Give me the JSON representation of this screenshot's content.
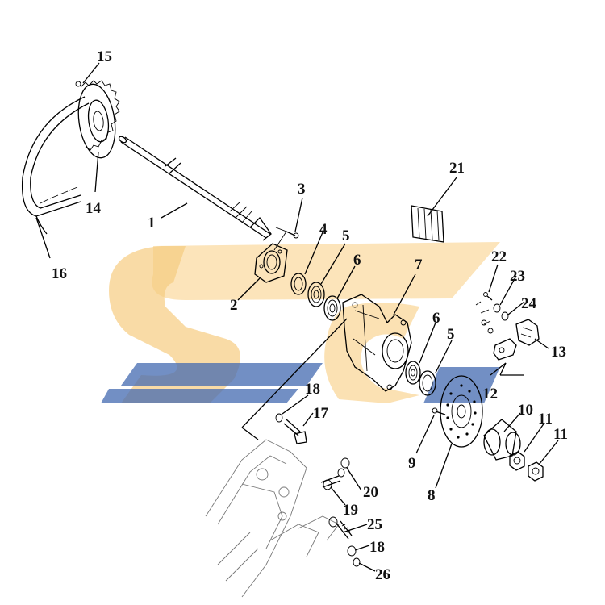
{
  "diagram": {
    "watermark": {
      "text": "SC",
      "top_color": "#f7c873",
      "bottom_color": "#2f5aa8"
    },
    "callouts": [
      {
        "id": "c1",
        "label": "1"
      },
      {
        "id": "c2",
        "label": "2"
      },
      {
        "id": "c3",
        "label": "3"
      },
      {
        "id": "c4",
        "label": "4"
      },
      {
        "id": "c5a",
        "label": "5"
      },
      {
        "id": "c5b",
        "label": "5"
      },
      {
        "id": "c6a",
        "label": "6"
      },
      {
        "id": "c6b",
        "label": "6"
      },
      {
        "id": "c7",
        "label": "7"
      },
      {
        "id": "c8",
        "label": "8"
      },
      {
        "id": "c9",
        "label": "9"
      },
      {
        "id": "c10",
        "label": "10"
      },
      {
        "id": "c11a",
        "label": "11"
      },
      {
        "id": "c11b",
        "label": "11"
      },
      {
        "id": "c12",
        "label": "12"
      },
      {
        "id": "c13",
        "label": "13"
      },
      {
        "id": "c14",
        "label": "14"
      },
      {
        "id": "c15",
        "label": "15"
      },
      {
        "id": "c16",
        "label": "16"
      },
      {
        "id": "c17",
        "label": "17"
      },
      {
        "id": "c18a",
        "label": "18"
      },
      {
        "id": "c18b",
        "label": "18"
      },
      {
        "id": "c19",
        "label": "19"
      },
      {
        "id": "c20",
        "label": "20"
      },
      {
        "id": "c21",
        "label": "21"
      },
      {
        "id": "c22",
        "label": "22"
      },
      {
        "id": "c23",
        "label": "23"
      },
      {
        "id": "c24",
        "label": "24"
      },
      {
        "id": "c25",
        "label": "25"
      },
      {
        "id": "c26",
        "label": "26"
      }
    ]
  }
}
